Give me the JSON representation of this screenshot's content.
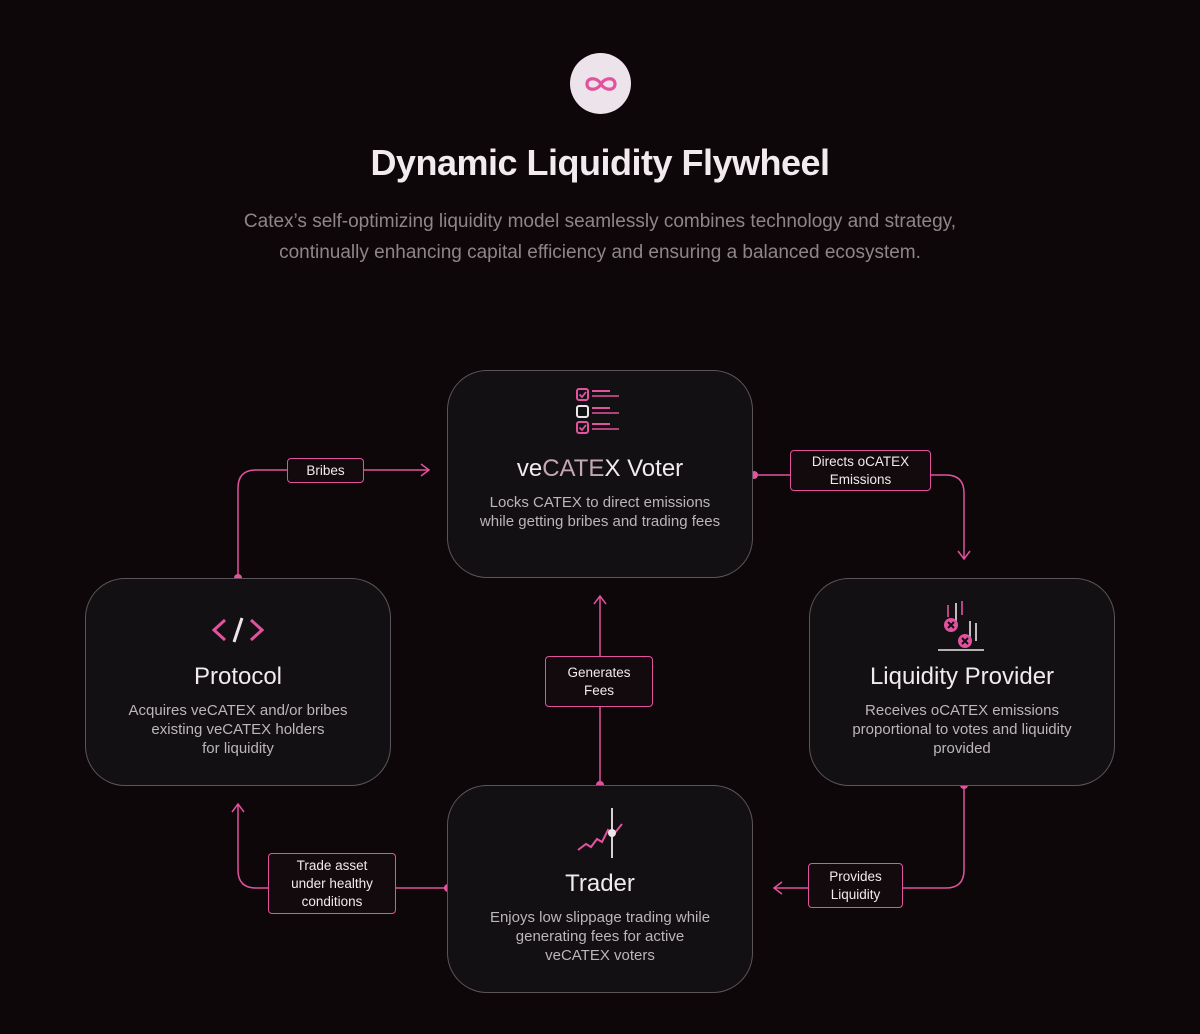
{
  "header": {
    "logo_icon": "infinity-icon",
    "title": "Dynamic Liquidity Flywheel",
    "subtitle_line1": "Catex’s self-optimizing liquidity model seamlessly combines technology and strategy,",
    "subtitle_line2": "continually enhancing capital efficiency and ensuring a balanced ecosystem."
  },
  "colors": {
    "background": "#0e0709",
    "accent": "#e2529e",
    "card_border": "#5c5458"
  },
  "nodes": {
    "voter": {
      "icon": "checklist-icon",
      "title_prefix": "ve",
      "title_highlight": "CATE",
      "title_suffix": "X Voter",
      "description": "Locks CATEX to direct emissions while getting bribes and trading fees"
    },
    "protocol": {
      "icon": "code-icon",
      "title": "Protocol",
      "description_line1": "Acquires veCATEX and/or bribes",
      "description_line2": "existing veCATEX holders",
      "description_line3": "for liquidity"
    },
    "provider": {
      "icon": "liquidity-drops-icon",
      "title": "Liquidity Provider",
      "description_line1": "Receives oCATEX emissions",
      "description_line2": "proportional to votes and liquidity",
      "description_line3": "provided"
    },
    "trader": {
      "icon": "price-chart-icon",
      "title": "Trader",
      "description_line1": "Enjoys low slippage trading while",
      "description_line2": "generating fees for active",
      "description_line3": "veCATEX voters"
    }
  },
  "edges": {
    "bribes": "Bribes",
    "directs_line1": "Directs oCATEX",
    "directs_line2": "Emissions",
    "generates_line1": "Generates",
    "generates_line2": "Fees",
    "provides_line1": "Provides",
    "provides_line2": "Liquidity",
    "trade_line1": "Trade asset",
    "trade_line2": "under healthy",
    "trade_line3": "conditions"
  }
}
